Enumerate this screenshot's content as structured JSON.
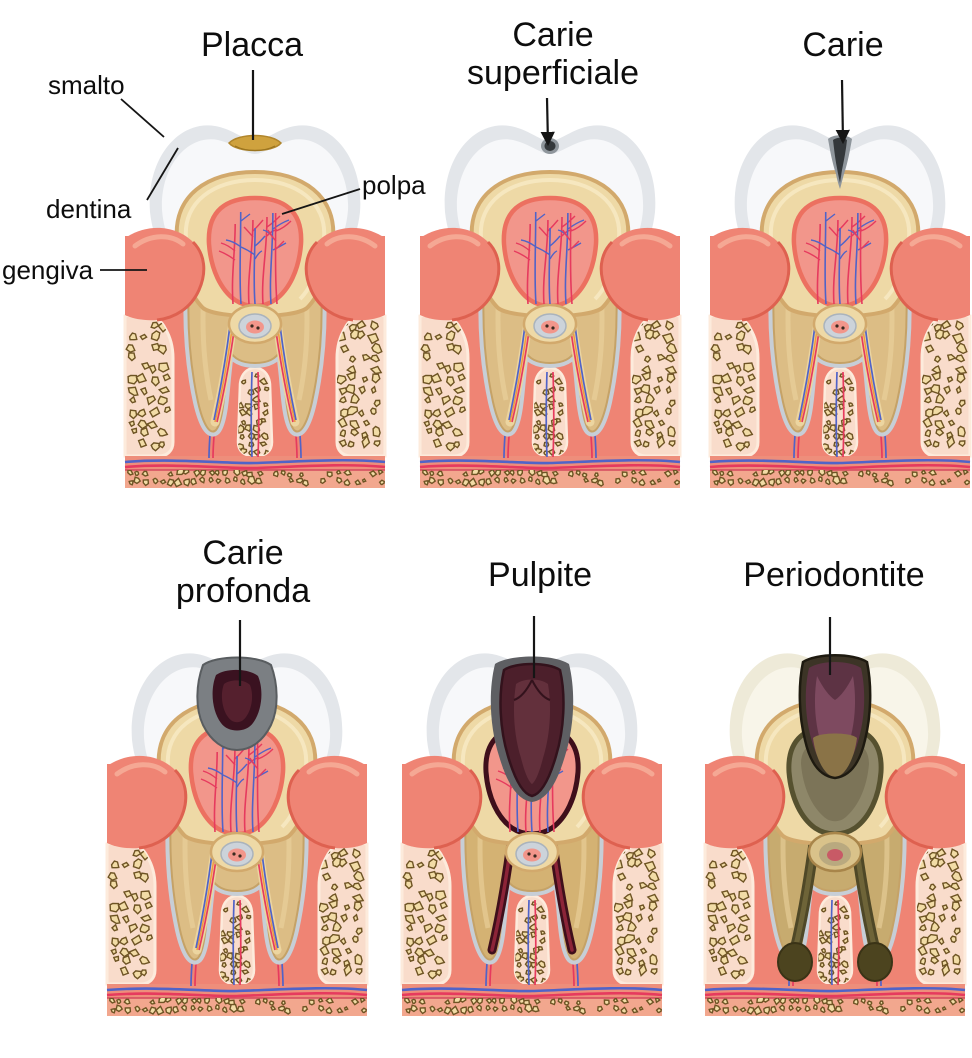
{
  "figure": {
    "subject": "Stages of tooth decay (Italian dental diagram)"
  },
  "panels": [
    {
      "id": "placca",
      "title": "Placca",
      "variant": "plaque"
    },
    {
      "id": "carie-superficiale",
      "title": "Carie superficiale",
      "variant": "superficial"
    },
    {
      "id": "carie",
      "title": "Carie",
      "variant": "caries"
    },
    {
      "id": "carie-profonda",
      "title": "Carie profonda",
      "variant": "deep"
    },
    {
      "id": "pulpite",
      "title": "Pulpite",
      "variant": "pulpitis"
    },
    {
      "id": "periodontite",
      "title": "Periodontite",
      "variant": "periodontitis"
    }
  ],
  "anatomy": [
    {
      "id": "smalto",
      "text": "smalto"
    },
    {
      "id": "dentina",
      "text": "dentina"
    },
    {
      "id": "gengiva",
      "text": "gengiva"
    },
    {
      "id": "polpa",
      "text": "polpa"
    }
  ],
  "colors": {
    "enamel": "#e3e6ea",
    "enamel_light": "#f7f8fa",
    "enamel_ivory": "#eeead8",
    "enamel_ivory_light": "#f8f5e9",
    "dentin": "#eed9a6",
    "dentin_edge": "#d2a96c",
    "dentin_inner": "#f6e8c2",
    "root_dentin": "#dcbd85",
    "root_edge": "#c5a267",
    "root_dentin_pulpitis": "#d4b273",
    "root_dentin_dark": "#c7ab6f",
    "canal": "#ecd5a0",
    "pulp": "#f2968b",
    "pulp_edge": "#ec7060",
    "ligament": "#c7ced6",
    "gum": "#ef8474",
    "gum_dark": "#de6150",
    "gum_light": "#f5a894",
    "bone_bg": "#f9dccb",
    "bone_light": "#fdebdc",
    "bone_chip": "#f2dca6",
    "bone_chip_edge": "#6e5424",
    "band": "#ee8e7b",
    "strip": "#f2a78e",
    "band_line": "#d4485e",
    "vessel_red": "#e63a5e",
    "vessel_blue": "#5063c8",
    "vessel_orange": "#f09a3e",
    "plaque": "#cfa23e",
    "plaque_edge": "#b1862c",
    "decay_gray": "#8f969c",
    "decay_dark": "#34383b",
    "deep_gray": "#7b7f83",
    "deep_maroon": "#3a1220",
    "deep_maroon_light": "#55202e",
    "pulpitis_rim": "#5e5f63",
    "pulpitis_maroon": "#4c1f2b",
    "pulpitis_maroon_light": "#63303c",
    "pulpitis_dark": "#3f0f1b",
    "pulpitis_canal": "#8c2438",
    "perio_rim": "#3c3426",
    "perio_maroon": "#5d3344",
    "perio_purple": "#7e4a60",
    "perio_olive": "#8a7347",
    "perio_pulp": "#8e8769",
    "perio_pulp_dark": "#7c7458",
    "perio_pulp_edge": "#56512f",
    "perio_canal_dark": "#4f4827",
    "perio_canal": "#6e6438",
    "abscess": "#4c441f",
    "line": "#151515"
  }
}
